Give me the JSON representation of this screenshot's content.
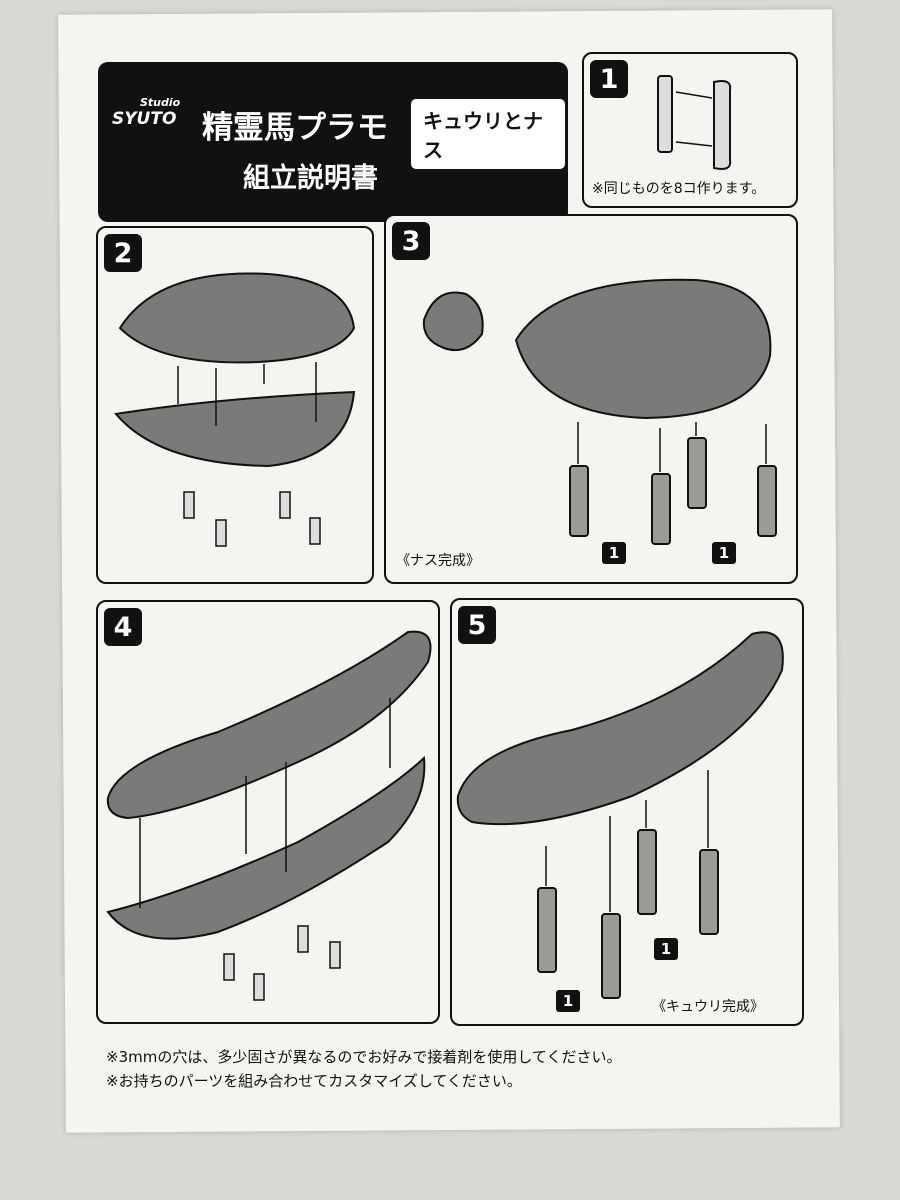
{
  "header": {
    "logo_small": "Studio",
    "logo": "SYUTO",
    "title": "精霊馬プラモ",
    "badge": "キュウリとナス",
    "subtitle": "組立説明書"
  },
  "steps": [
    {
      "number": "1",
      "caption": "※同じものを8コ作ります。"
    },
    {
      "number": "2"
    },
    {
      "number": "3",
      "caption": "《ナス完成》",
      "part_tags": [
        "1",
        "1"
      ]
    },
    {
      "number": "4"
    },
    {
      "number": "5",
      "caption": "《キュウリ完成》",
      "part_tags": [
        "1",
        "1"
      ]
    }
  ],
  "notes": [
    "※3mmの穴は、多少固さが異なるのでお好みで接着剤を使用してください。",
    "※お持ちのパーツを組み合わせてカスタマイズしてください。"
  ],
  "colors": {
    "ink": "#111111",
    "paper": "#f4f4f1",
    "part_fill": "#7a7a78",
    "leg_fill": "#9a9a97"
  }
}
